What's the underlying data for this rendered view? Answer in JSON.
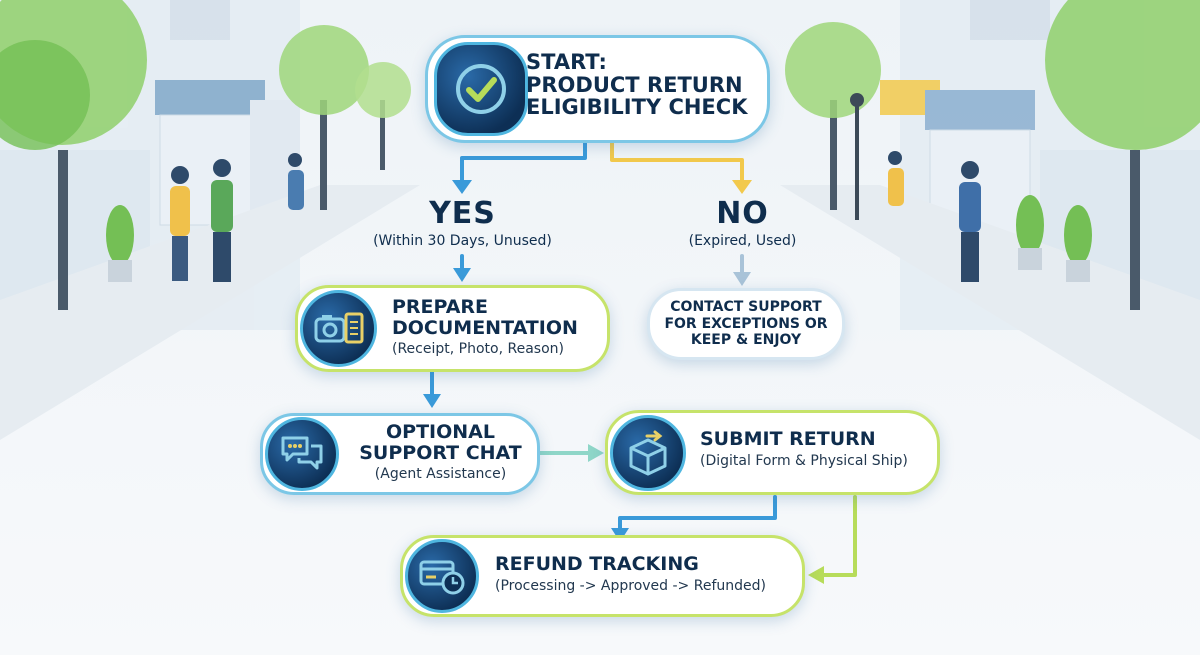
{
  "flowchart": {
    "start": {
      "title": "START:\nPRODUCT RETURN\nELIGIBILITY CHECK",
      "icon": "check-circle-icon"
    },
    "yes_branch": {
      "label": "YES",
      "condition": "(Within 30 Days, Unused)"
    },
    "no_branch": {
      "label": "NO",
      "condition": "(Expired, Used)"
    },
    "prepare_docs": {
      "title": "PREPARE\nDOCUMENTATION",
      "detail": "(Receipt, Photo, Reason)",
      "icon": "camera-document-icon"
    },
    "contact_support": {
      "title": "CONTACT SUPPORT\nFOR EXCEPTIONS OR\nKEEP & ENJOY"
    },
    "support_chat": {
      "title": "OPTIONAL\nSUPPORT CHAT",
      "detail": "(Agent Assistance)",
      "icon": "chat-bubbles-icon"
    },
    "submit_return": {
      "title": "SUBMIT RETURN",
      "detail": "(Digital Form & Physical Ship)",
      "icon": "box-icon"
    },
    "refund_tracking": {
      "title": "REFUND TRACKING",
      "detail": "(Processing -> Approved -> Refunded)",
      "icon": "card-clock-icon"
    }
  },
  "colors": {
    "blue_arrow": "#3a9ad9",
    "yellow_arrow": "#f2c94c",
    "navy_text": "#0f2d4d",
    "icon_fill": "#0d2f55",
    "green_border": "#b7dc5a"
  }
}
